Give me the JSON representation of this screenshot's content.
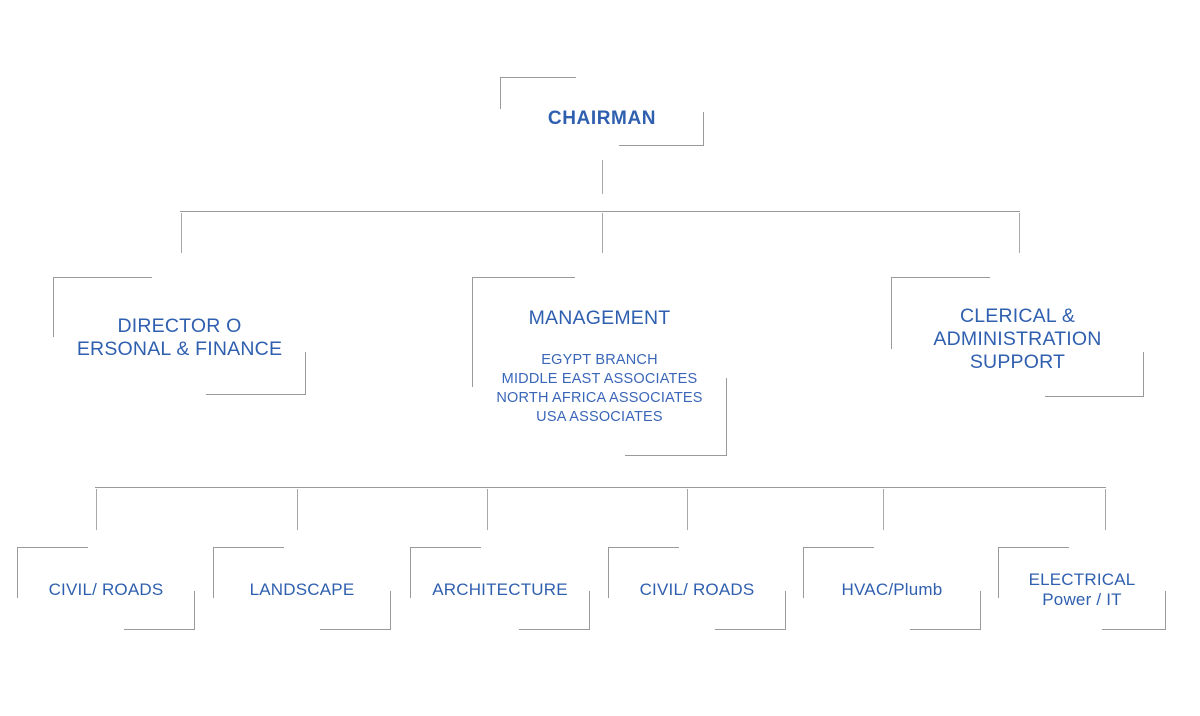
{
  "chart_data": {
    "type": "diagram",
    "title": "Organizational Chart",
    "accent_color": "#2f5faf",
    "connector_color": "#9a9a9a",
    "background": "#ffffff"
  },
  "org": {
    "chairman": {
      "label": "CHAIRMAN"
    },
    "level2": [
      {
        "id": "director",
        "label": "DIRECTOR O\nERSONAL & FINANCE",
        "sublabel": ""
      },
      {
        "id": "management",
        "label": "MANAGEMENT",
        "sublabel": "EGYPT BRANCH\nMIDDLE EAST ASSOCIATES\nNORTH AFRICA ASSOCIATES\nUSA ASSOCIATES"
      },
      {
        "id": "clerical",
        "label": "CLERICAL &\nADMINISTRATION\nSUPPORT",
        "sublabel": ""
      }
    ],
    "level3": [
      {
        "id": "civil-roads-1",
        "label": "CIVIL/ ROADS"
      },
      {
        "id": "landscape",
        "label": "LANDSCAPE"
      },
      {
        "id": "architecture",
        "label": "ARCHITECTURE"
      },
      {
        "id": "civil-roads-2",
        "label": "CIVIL/ ROADS"
      },
      {
        "id": "hvac-plumb",
        "label": "HVAC/Plumb"
      },
      {
        "id": "electrical",
        "label": "ELECTRICAL\nPower /  IT"
      }
    ]
  }
}
